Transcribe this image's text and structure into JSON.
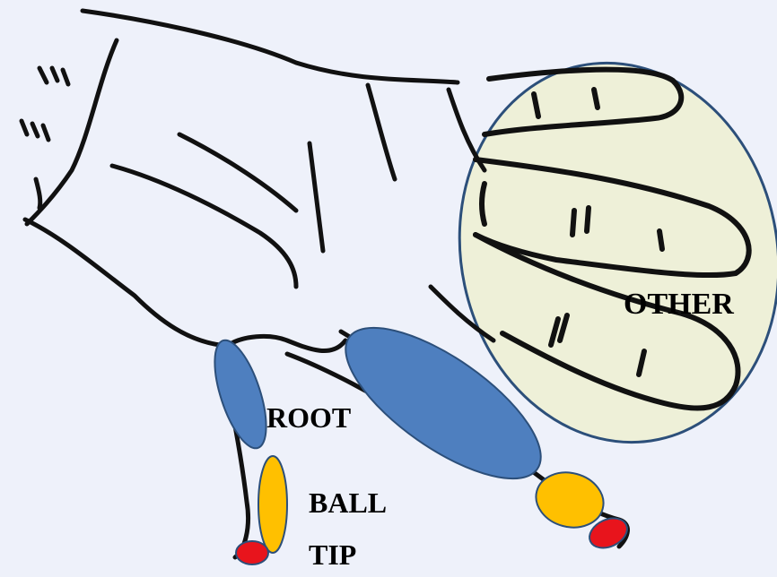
{
  "labels": {
    "other": "OTHER",
    "root": "ROOT",
    "ball": "BALL",
    "tip": "TIP"
  },
  "colors": {
    "background": "#eef1fa",
    "root_zone": "#4e7fbf",
    "ball_zone": "#ffc000",
    "tip_zone": "#e8141c",
    "other_zone": "#eef0d8",
    "outline": "#2c4f7a",
    "ink": "#111111"
  },
  "icons": {
    "figure": "hand-line-drawing"
  }
}
